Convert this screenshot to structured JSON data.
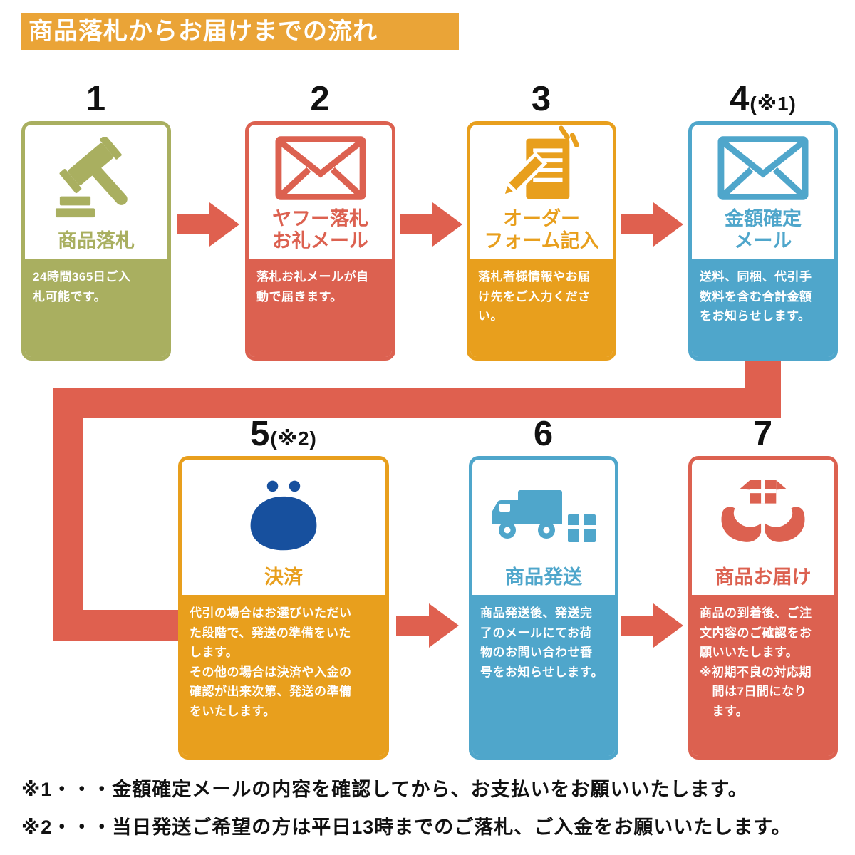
{
  "header": {
    "title": "商品落札からお届けまでの流れ",
    "bg": "#EAA437"
  },
  "colors": {
    "arrow": "#DF604F",
    "connector": "#DF604F",
    "number": "#111111"
  },
  "steps": [
    {
      "number": "1",
      "number_suffix": "",
      "title": "商品落札",
      "body": "24時間365日ご入\n札可能です。",
      "color": "#A9AF60",
      "icon": "gavel-icon"
    },
    {
      "number": "2",
      "number_suffix": "",
      "title": "ヤフー落札\nお礼メール",
      "body": "落札お礼メールが自\n動で届きます。",
      "color": "#DC6150",
      "icon": "mail-icon"
    },
    {
      "number": "3",
      "number_suffix": "",
      "title": "オーダー\nフォーム記入",
      "body": "落札者様情報やお届\nけ先をご入力くださ\nい。",
      "color": "#E89F1D",
      "icon": "form-pencil-icon"
    },
    {
      "number": "4",
      "number_suffix": "(※1)",
      "title": "金額確定\nメール",
      "body": "送料、同梱、代引手\n数料を含む合計金額\nをお知らせします。",
      "color": "#4FA6CB",
      "icon": "mail-icon"
    },
    {
      "number": "5",
      "number_suffix": "(※2)",
      "title": "決済",
      "body": "代引の場合はお選びいただい\nた段階で、発送の準備をいた\nします。\nその他の場合は決済や入金の\n確認が出来次第、発送の準備\nをいたします。",
      "color": "#E89F1D",
      "icon": "purse-icon",
      "icon_color": "#17509E"
    },
    {
      "number": "6",
      "number_suffix": "",
      "title": "商品発送",
      "body": "商品発送後、発送完\n了のメールにてお荷\n物のお問い合わせ番\n号をお知らせします。",
      "color": "#4FA6CB",
      "icon": "truck-icon"
    },
    {
      "number": "7",
      "number_suffix": "",
      "title": "商品お届け",
      "body": "商品の到着後、ご注\n文内容のご確認をお\n願いいたします。\n※初期不良の対応期\n　間は7日間になり\n　ます。",
      "color": "#DC6150",
      "icon": "hands-box-icon"
    }
  ],
  "notes": [
    "※1・・・金額確定メールの内容を確認してから、お支払いをお願いいたします。",
    "※2・・・当日発送ご希望の方は平日13時までのご落札、ご入金をお願いいたします。"
  ]
}
